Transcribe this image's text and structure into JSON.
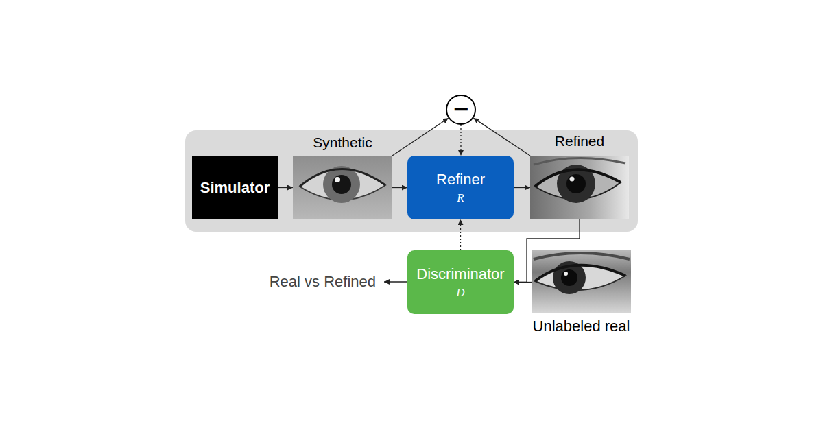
{
  "diagram": {
    "nodes": [
      {
        "text": [
          "Simulator"
        ]
      },
      {
        "text": [
          "Synthetic"
        ]
      },
      {
        "text": [
          "−"
        ]
      },
      {
        "text": [
          "Refiner",
          "R"
        ]
      },
      {
        "text": [
          "Refined"
        ]
      },
      {
        "text": [
          "Discriminator",
          "D"
        ]
      },
      {
        "text": [
          "Unlabeled real"
        ]
      }
    ],
    "edges": [
      {
        "from": 0,
        "to": 1,
        "arrow": "to"
      },
      {
        "from": 1,
        "to": 3,
        "arrow": "to"
      },
      {
        "from": 3,
        "to": 4,
        "arrow": "to"
      },
      {
        "from": 1,
        "to": 2,
        "arrow": "to"
      },
      {
        "from": 4,
        "to": 2,
        "arrow": "to"
      },
      {
        "from": 2,
        "to": 3,
        "arrow": "to"
      },
      {
        "from": 5,
        "to": 3,
        "arrow": "to"
      },
      {
        "from": 4,
        "to": 5,
        "arrow": "to"
      },
      {
        "from": 6,
        "to": 5,
        "arrow": "to"
      }
    ],
    "labels": [
      "Real vs Refined"
    ]
  }
}
